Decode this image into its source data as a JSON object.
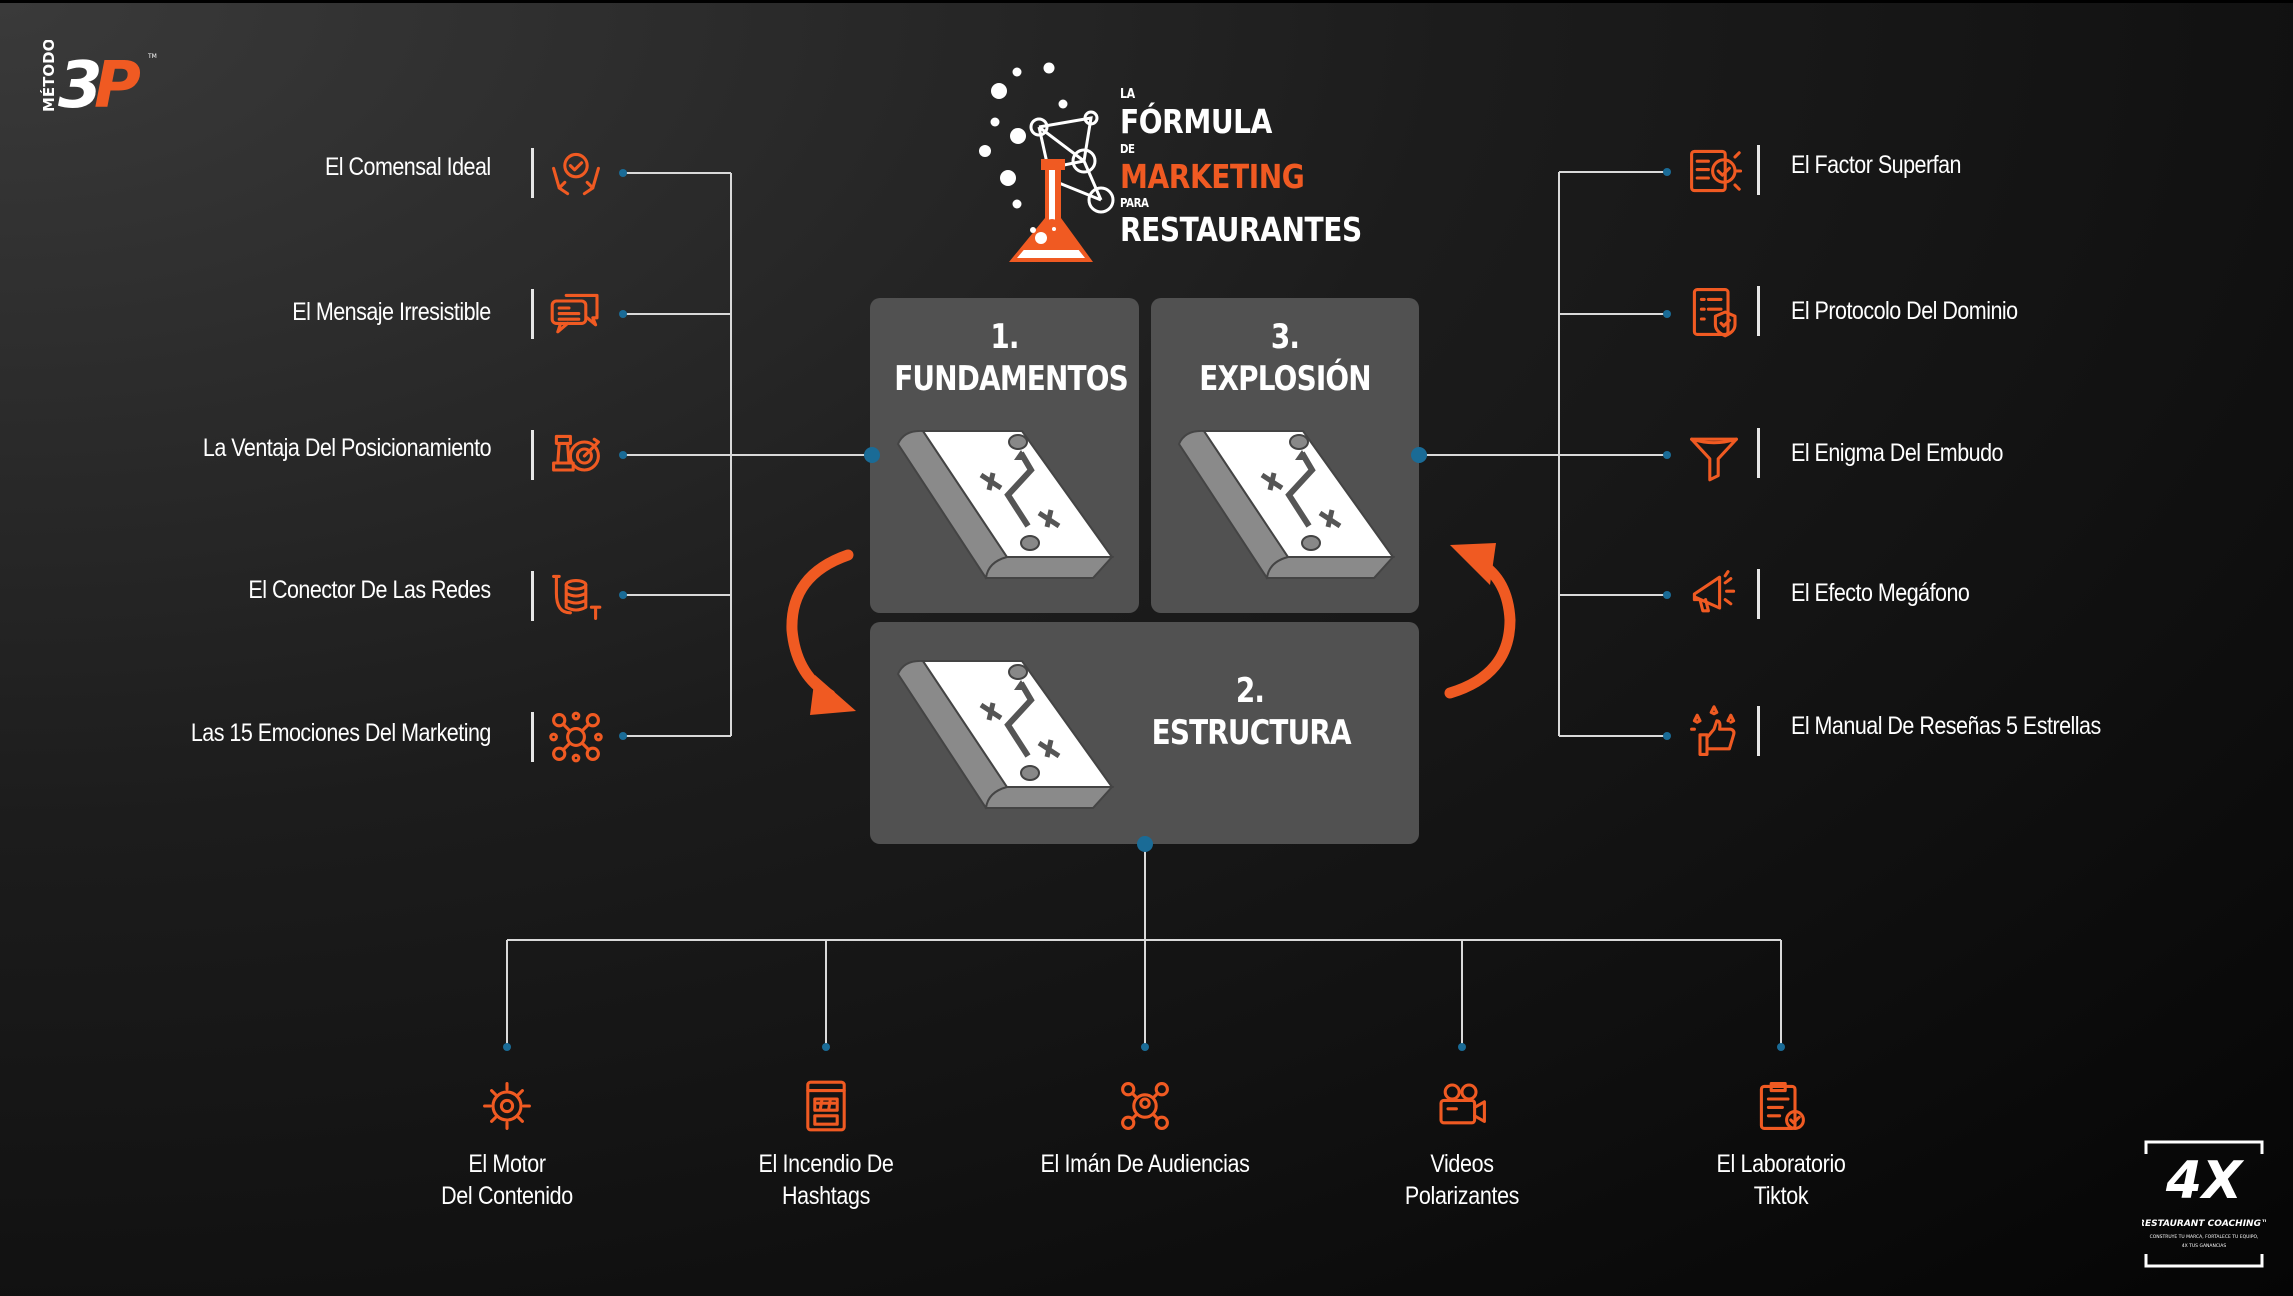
{
  "brand": {
    "logo_left": {
      "word": "MÉTODO",
      "mark": "3P",
      "tm": "TM"
    },
    "logo_right": {
      "mark": "4X",
      "name": "RESTAURANT COACHING",
      "tagline": "CONSTRUYE TU MARCA, FORTALECE TU EQUIPO, 4X TUS GANANCIAS"
    },
    "accent": "#f05a22",
    "connector_dot": "#1a6b96"
  },
  "title": {
    "la": "LA",
    "formula": "FÓRMULA",
    "de": "DE",
    "marketing": "MARKETING",
    "para": "PARA",
    "restaurantes": "RESTAURANTES"
  },
  "phases": [
    {
      "number": "1.",
      "name": "FUNDAMENTOS",
      "icon": "playbook-icon"
    },
    {
      "number": "2.",
      "name": "ESTRUCTURA",
      "icon": "playbook-icon"
    },
    {
      "number": "3.",
      "name": "EXPLOSIÓN",
      "icon": "playbook-icon"
    }
  ],
  "fundamentos_items": [
    {
      "label": "El Comensal Ideal",
      "icon": "hands-badge-icon"
    },
    {
      "label": "El Mensaje Irresistible",
      "icon": "chat-bubbles-icon"
    },
    {
      "label": "La Ventaja Del Posicionamiento",
      "icon": "chess-target-icon"
    },
    {
      "label": "El Conector De Las Redes",
      "icon": "database-plug-icon"
    },
    {
      "label": "Las 15 Emociones Del Marketing",
      "icon": "network-user-icon"
    }
  ],
  "explosion_items": [
    {
      "label": "El Factor Superfan",
      "icon": "checklist-badge-icon"
    },
    {
      "label": "El Protocolo Del Dominio",
      "icon": "document-shield-icon"
    },
    {
      "label": "El Enigma Del Embudo",
      "icon": "funnel-icon"
    },
    {
      "label": "El Efecto Megáfono",
      "icon": "megaphone-icon"
    },
    {
      "label": "El Manual De Reseñas 5 Estrellas",
      "icon": "thumbs-up-stars-icon"
    }
  ],
  "estructura_items": [
    {
      "line1": "El Motor",
      "line2": "Del Contenido",
      "icon": "gear-head-icon"
    },
    {
      "line1": "El Incendio De",
      "line2": "Hashtags",
      "icon": "hashtag-browser-icon"
    },
    {
      "line1": "El Imán De Audiencias",
      "line2": "",
      "icon": "audience-network-icon"
    },
    {
      "line1": "Videos",
      "line2": "Polarizantes",
      "icon": "video-camera-icon"
    },
    {
      "line1": "El Laboratorio",
      "line2": "Tiktok",
      "icon": "clipboard-check-icon"
    }
  ]
}
